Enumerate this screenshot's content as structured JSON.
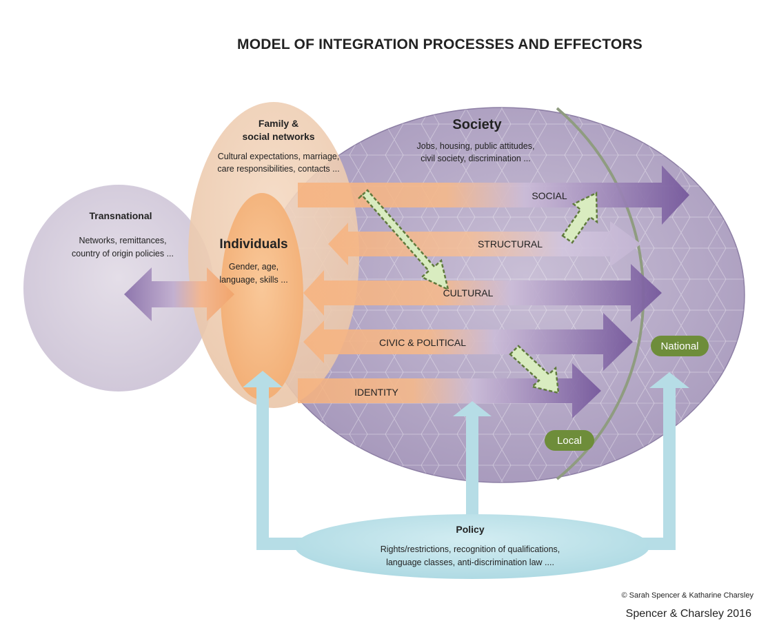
{
  "title": "MODEL OF INTEGRATION PROCESSES AND EFFECTORS",
  "transnational": {
    "heading": "Transnational",
    "line1": "Networks, remittances,",
    "line2": "country of origin policies ..."
  },
  "family": {
    "heading1": "Family &",
    "heading2": "social networks",
    "line1": "Cultural expectations, marriage,",
    "line2": "care responsibilities, contacts ..."
  },
  "individuals": {
    "heading": "Individuals",
    "line1": "Gender, age,",
    "line2": "language, skills ..."
  },
  "society": {
    "heading": "Society",
    "line1": "Jobs, housing, public attitudes,",
    "line2": "civil society, discrimination ..."
  },
  "arrows": {
    "social": "SOCIAL",
    "structural": "STRUCTURAL",
    "cultural": "CULTURAL",
    "civic": "CIVIC & POLITICAL",
    "identity": "IDENTITY"
  },
  "levels": {
    "national": "National",
    "local": "Local"
  },
  "policy": {
    "heading": "Policy",
    "line1": "Rights/restrictions, recognition of qualifications,",
    "line2": "language classes, anti-discrimination law ...."
  },
  "credits": {
    "copyright": "© Sarah Spencer & Katharine Charsley",
    "citation": "Spencer & Charsley 2016"
  },
  "colors": {
    "orange": "#f6b788",
    "purple": "#7a5f9f",
    "society_fill": "#b7abc8",
    "transnational_fill": "#d8d1de",
    "policy_fill": "#b6dde6",
    "green_pill": "#6e8d3a",
    "green_dashed": "#d9ecc0"
  }
}
